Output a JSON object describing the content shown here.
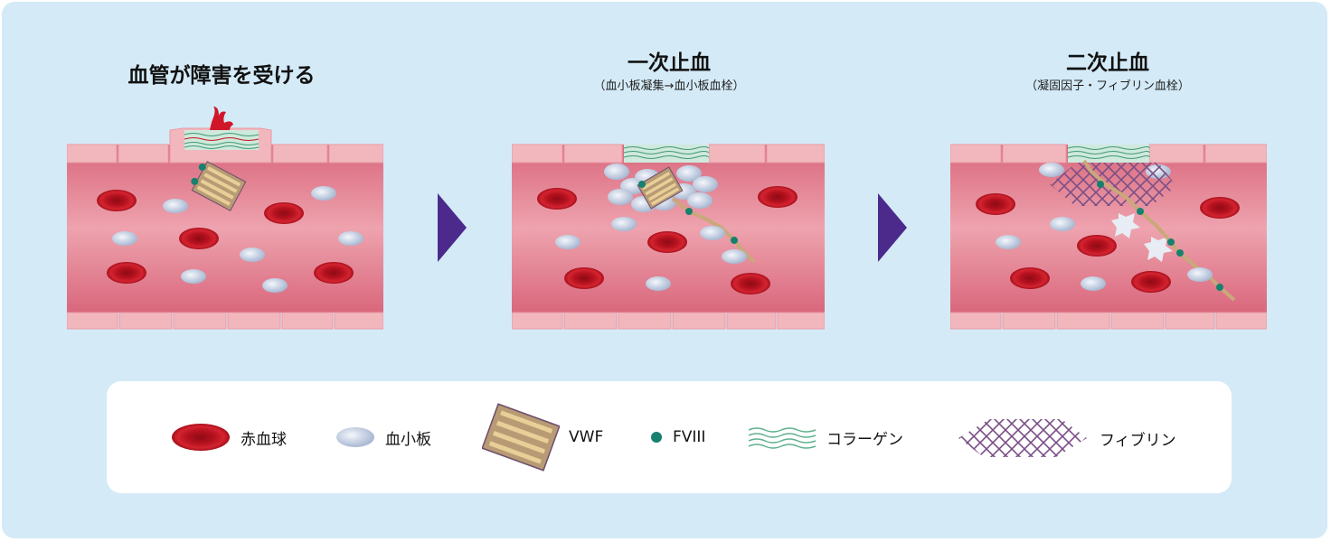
{
  "stages": [
    {
      "title": "血管が障害を受ける",
      "subtitle": ""
    },
    {
      "title": "一次止血",
      "subtitle": "（血小板凝集→血小板血栓）"
    },
    {
      "title": "二次止血",
      "subtitle": "（凝固因子・フィブリン血栓）"
    }
  ],
  "legend": [
    {
      "label": "赤血球",
      "icon": "red-blood-cell-icon"
    },
    {
      "label": "血小板",
      "icon": "platelet-icon"
    },
    {
      "label": "VWF",
      "icon": "vwf-icon"
    },
    {
      "label": "FVIII",
      "icon": "fviii-icon"
    },
    {
      "label": "コラーゲン",
      "icon": "collagen-icon"
    },
    {
      "label": "フィブリン",
      "icon": "fibrin-icon"
    }
  ],
  "colors": {
    "background": "#d4eaf7",
    "vessel_wall": "#f2b7bd",
    "vessel_lumen": "#e58d9c",
    "red_blood_cell": "#c4121f",
    "platelet": "#c9d4e6",
    "vwf": "#e3c489",
    "fviii": "#17806f",
    "collagen": "#5fb08d",
    "fibrin": "#7a4f86",
    "arrow": "#4b2a8c"
  }
}
